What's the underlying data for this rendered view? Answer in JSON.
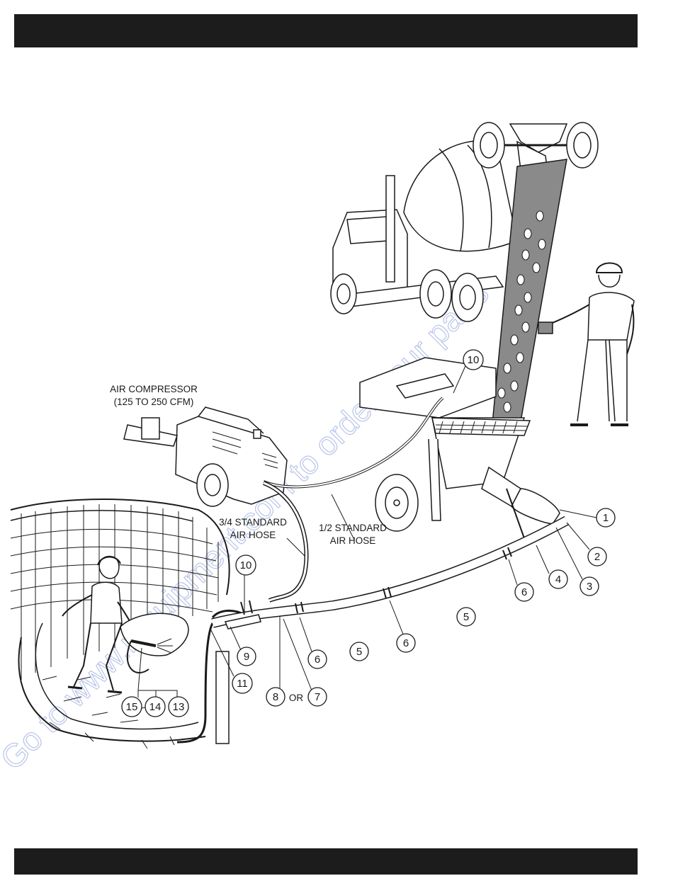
{
  "labels": {
    "air_compressor": "AIR COMPRESSOR",
    "air_compressor_cfm": "(125 TO 250 CFM)",
    "hose_34_line1": "3/4 STANDARD",
    "hose_34_line2": "AIR HOSE",
    "hose_12_line1": "1/2 STANDARD",
    "hose_12_line2": "AIR HOSE",
    "or_text": "OR"
  },
  "callouts": {
    "c1": "1",
    "c2": "2",
    "c3": "3",
    "c4": "4",
    "c5a": "5",
    "c5b": "5",
    "c6a": "6",
    "c6b": "6",
    "c6c": "6",
    "c7": "7",
    "c8": "8",
    "c9": "9",
    "c10a": "10",
    "c10b": "10",
    "c11": "11",
    "c13": "13",
    "c14": "14",
    "c15": "15"
  },
  "watermark": "Go to www.mquipment.com to order your parts",
  "colors": {
    "bar": "#1c1c1c",
    "line": "#1a1a1a",
    "chute": "#8a8a8a",
    "watermark": "#b9c4ea"
  }
}
